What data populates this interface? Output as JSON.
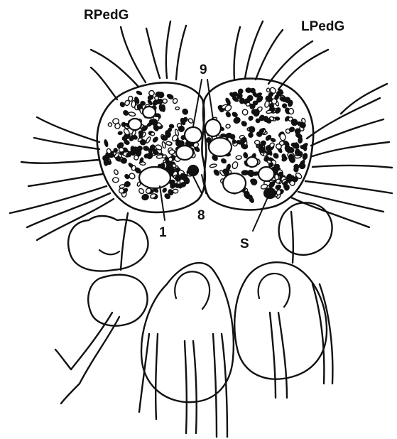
{
  "figure": {
    "labels": {
      "right_pedal_ganglion": "RPedG",
      "left_pedal_ganglion": "LPedG",
      "neuron_9": "9",
      "neuron_8": "8",
      "neuron_1": "1",
      "neuron_s": "S"
    },
    "colors": {
      "ink": "#111111",
      "paper": "#ffffff"
    }
  }
}
